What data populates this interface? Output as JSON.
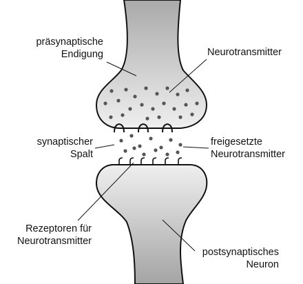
{
  "labels": {
    "presynaptic_line1": "präsynaptische",
    "presynaptic_line2": "Endigung",
    "neurotransmitter": "Neurotransmitter",
    "cleft_line1": "synaptischer",
    "cleft_line2": "Spalt",
    "released_line1": "freigesetzte",
    "released_line2": "Neurotransmitter",
    "receptors_line1": "Rezeptoren für",
    "receptors_line2": "Neurotransmitter",
    "postsynaptic_line1": "postsynaptisches",
    "postsynaptic_line2": "Neuron"
  },
  "colors": {
    "neuron_fill_light": "#e8e8e8",
    "neuron_fill_dark": "#a9a9a9",
    "outline": "#111111",
    "vesicle_dot": "#555555"
  }
}
